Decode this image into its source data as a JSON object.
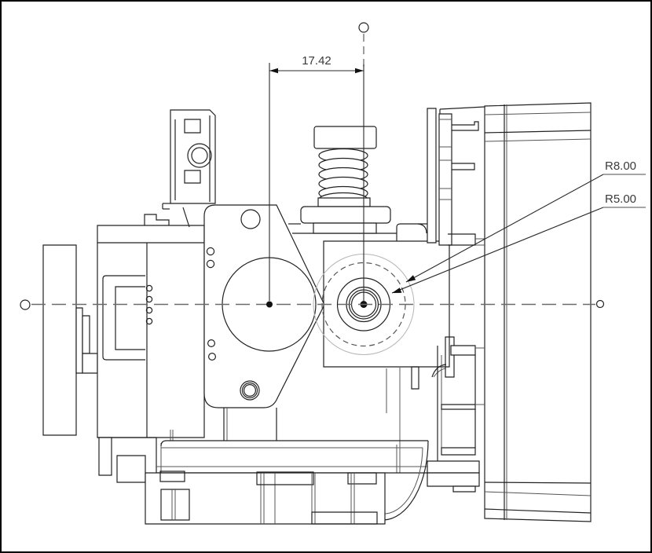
{
  "drawing": {
    "type": "cad-engineering-drawing",
    "dimensions": {
      "horizontal_width": "17.42",
      "radius_outer": "R8.00",
      "radius_inner": "R5.00"
    },
    "colors": {
      "background": "#ffffff",
      "line": "#222222",
      "centerline": "#6a6a6a",
      "text": "#3a3a3a",
      "leader_underline": "#9a9a9a",
      "border": "#000000"
    }
  }
}
